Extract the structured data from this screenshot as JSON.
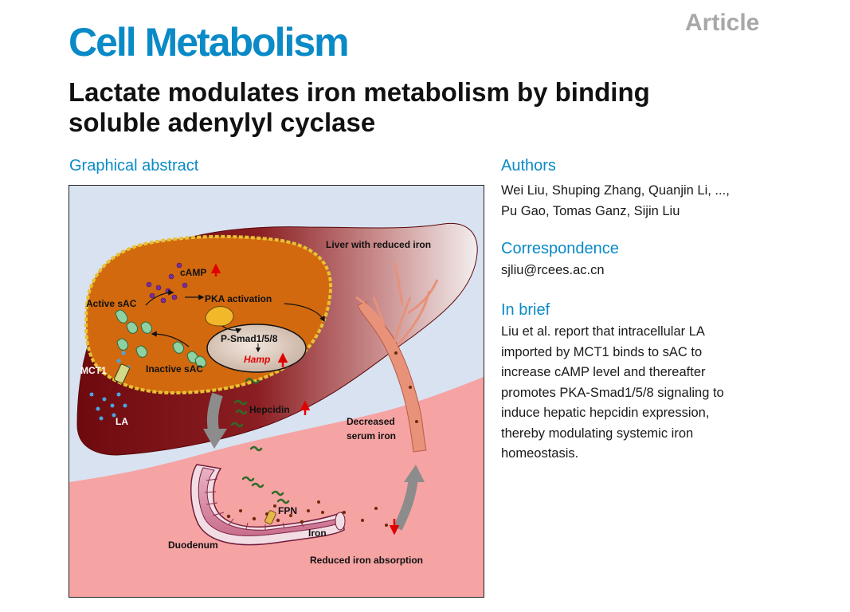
{
  "header": {
    "journal": "Cell Metabolism",
    "article_type": "Article",
    "title_line1": "Lactate modulates iron metabolism by binding",
    "title_line2": "soluble adenylyl cyclase"
  },
  "graphical_abstract": {
    "heading": "Graphical abstract",
    "labels": {
      "liver": "Liver with reduced iron",
      "camp": "cAMP",
      "active_sac": "Active sAC",
      "pka": "PKA activation",
      "psmad": "P-Smad1/5/8",
      "hamp": "Hamp",
      "inactive_sac": "Inactive sAC",
      "mct1": "MCT1",
      "la": "LA",
      "hepcidin": "Hepcidin",
      "decreased_line1": "Decreased",
      "decreased_line2": "serum iron",
      "fpn": "FPN",
      "iron": "Iron",
      "duodenum": "Duodenum",
      "reduced_absorption": "Reduced iron absorption"
    },
    "colors": {
      "liver_dark": "#7a0c10",
      "cell_orange": "#d2690e",
      "membrane_yellow": "#e6c234",
      "sky": "#d9e2f1",
      "tissue_pink": "#f6a3a3",
      "vessel": "#e8927a",
      "arrow_up_red": "#e10000"
    }
  },
  "authors": {
    "heading": "Authors",
    "line1": "Wei Liu, Shuping Zhang, Quanjin Li, ...,",
    "line2": "Pu Gao, Tomas Ganz, Sijin Liu"
  },
  "correspondence": {
    "heading": "Correspondence",
    "email": "sjliu@rcees.ac.cn"
  },
  "in_brief": {
    "heading": "In brief",
    "lines": [
      "Liu et al. report that intracellular LA",
      "imported by MCT1 binds to sAC to",
      "increase cAMP level and thereafter",
      "promotes PKA-Smad1/5/8 signaling to",
      "induce hepatic hepcidin expression,",
      "thereby modulating systemic iron",
      "homeostasis."
    ]
  }
}
